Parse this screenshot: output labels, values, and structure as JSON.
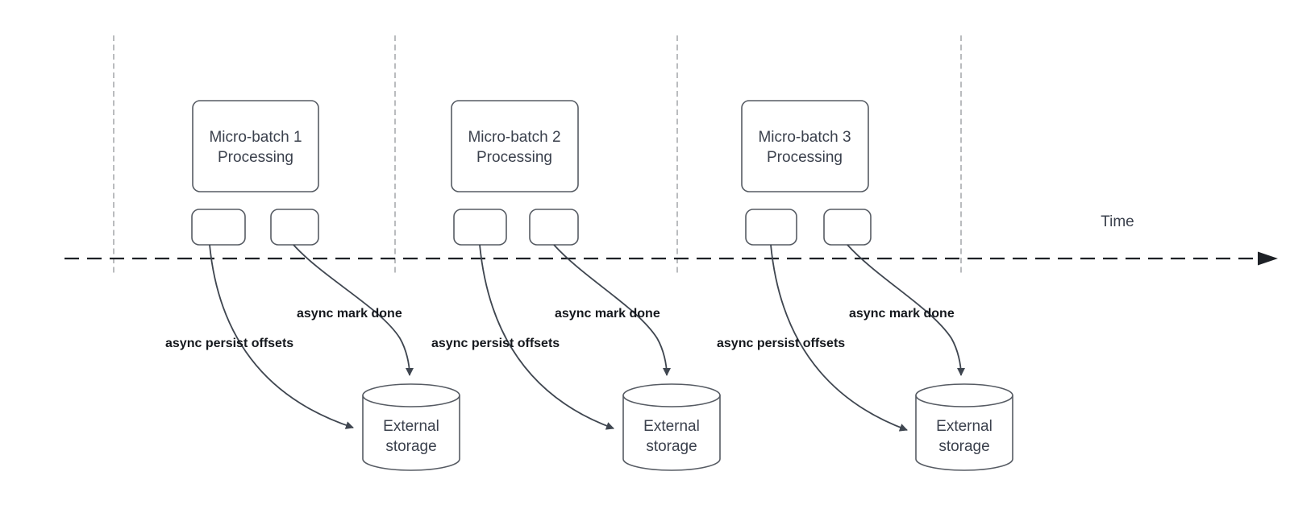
{
  "time_axis": {
    "label": "Time"
  },
  "groups": [
    {
      "box_title_line1": "Micro-batch 1",
      "box_title_line2": "Processing",
      "persist_label": "async persist offsets",
      "mark_done_label": "async mark done",
      "storage_line1": "External",
      "storage_line2": "storage"
    },
    {
      "box_title_line1": "Micro-batch 2",
      "box_title_line2": "Processing",
      "persist_label": "async persist offsets",
      "mark_done_label": "async mark done",
      "storage_line1": "External",
      "storage_line2": "storage"
    },
    {
      "box_title_line1": "Micro-batch 3",
      "box_title_line2": "Processing",
      "persist_label": "async persist offsets",
      "mark_done_label": "async mark done",
      "storage_line1": "External",
      "storage_line2": "storage"
    }
  ],
  "colors": {
    "background": "#ffffff",
    "shape_stroke": "#565b63",
    "node_text": "#3b414d",
    "bold_label": "#15181d",
    "timeline": "#1e2126",
    "guide_line": "#a9abaf",
    "arrow": "#3f4650"
  }
}
